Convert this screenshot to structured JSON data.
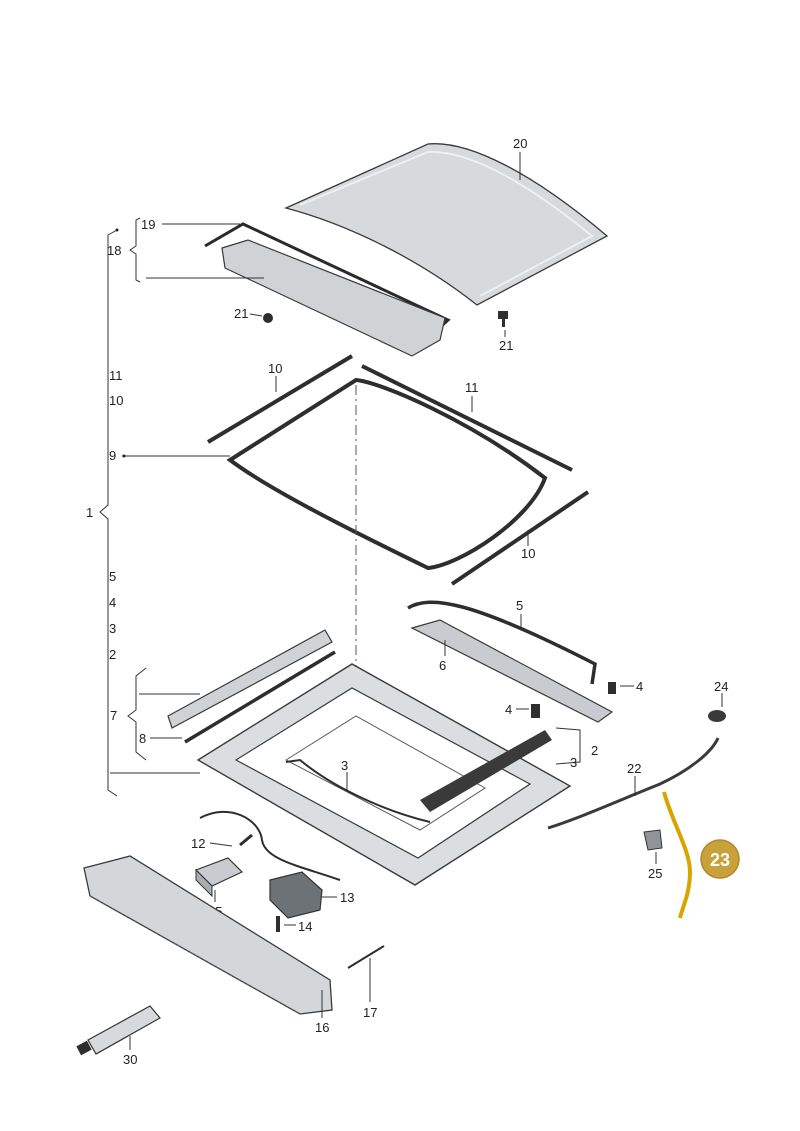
{
  "highlight": {
    "part_number": "23",
    "color": "#c9a13b",
    "stroke_color": "#d8a400"
  },
  "glass_color": "#d6dadd",
  "labels": {
    "l20": "20",
    "l19": "19",
    "l18": "18",
    "l21a": "21",
    "l21b": "21",
    "l11a": "11",
    "l10a": "10",
    "l10b": "10",
    "l11b": "11",
    "l9": "9",
    "l10c": "10",
    "l1": "1",
    "l5a": "5",
    "l4a": "4",
    "l3a": "3",
    "l2a": "2",
    "l5b": "5",
    "l6": "6",
    "l4b": "4",
    "l4c": "4",
    "l7": "7",
    "l8": "8",
    "l2b": "2",
    "l3b": "3",
    "l3c": "3",
    "l24": "24",
    "l22": "22",
    "l25": "25",
    "l12": "12",
    "l13": "13",
    "l15": "15",
    "l14": "14",
    "l16": "16",
    "l17": "17",
    "l30": "30"
  }
}
